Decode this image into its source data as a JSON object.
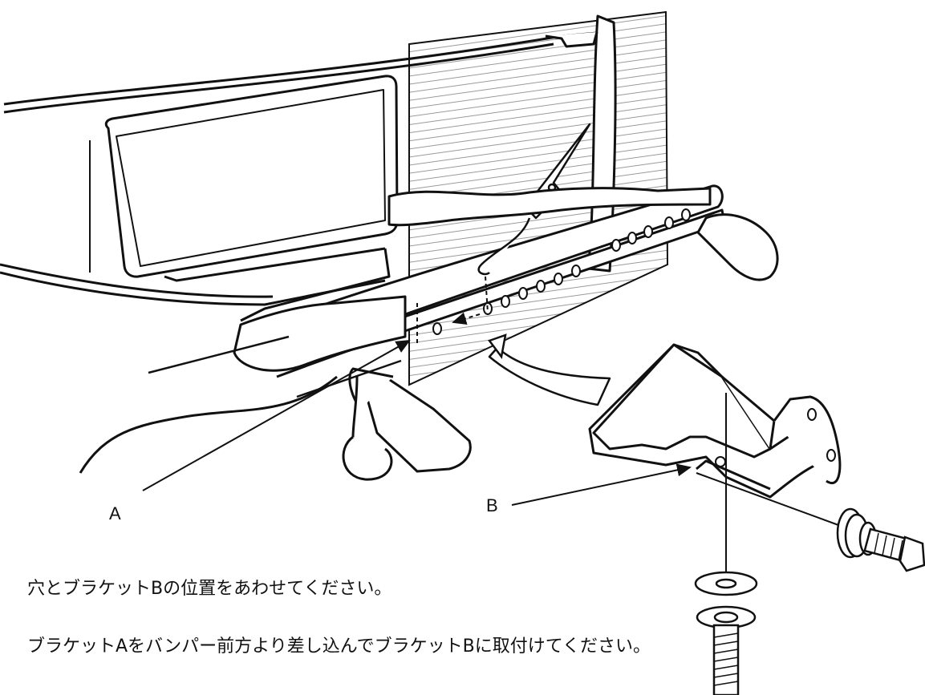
{
  "labels": {
    "a": "A",
    "b": "B"
  },
  "instructions": [
    "穴とブラケットBの位置をあわせてください。",
    "ブラケットAをバンパー前方より差し込んでブラケットBに取付けてください。"
  ],
  "colors": {
    "line": "#111111",
    "hatch": "#9a9a9a",
    "background": "#ffffff"
  }
}
